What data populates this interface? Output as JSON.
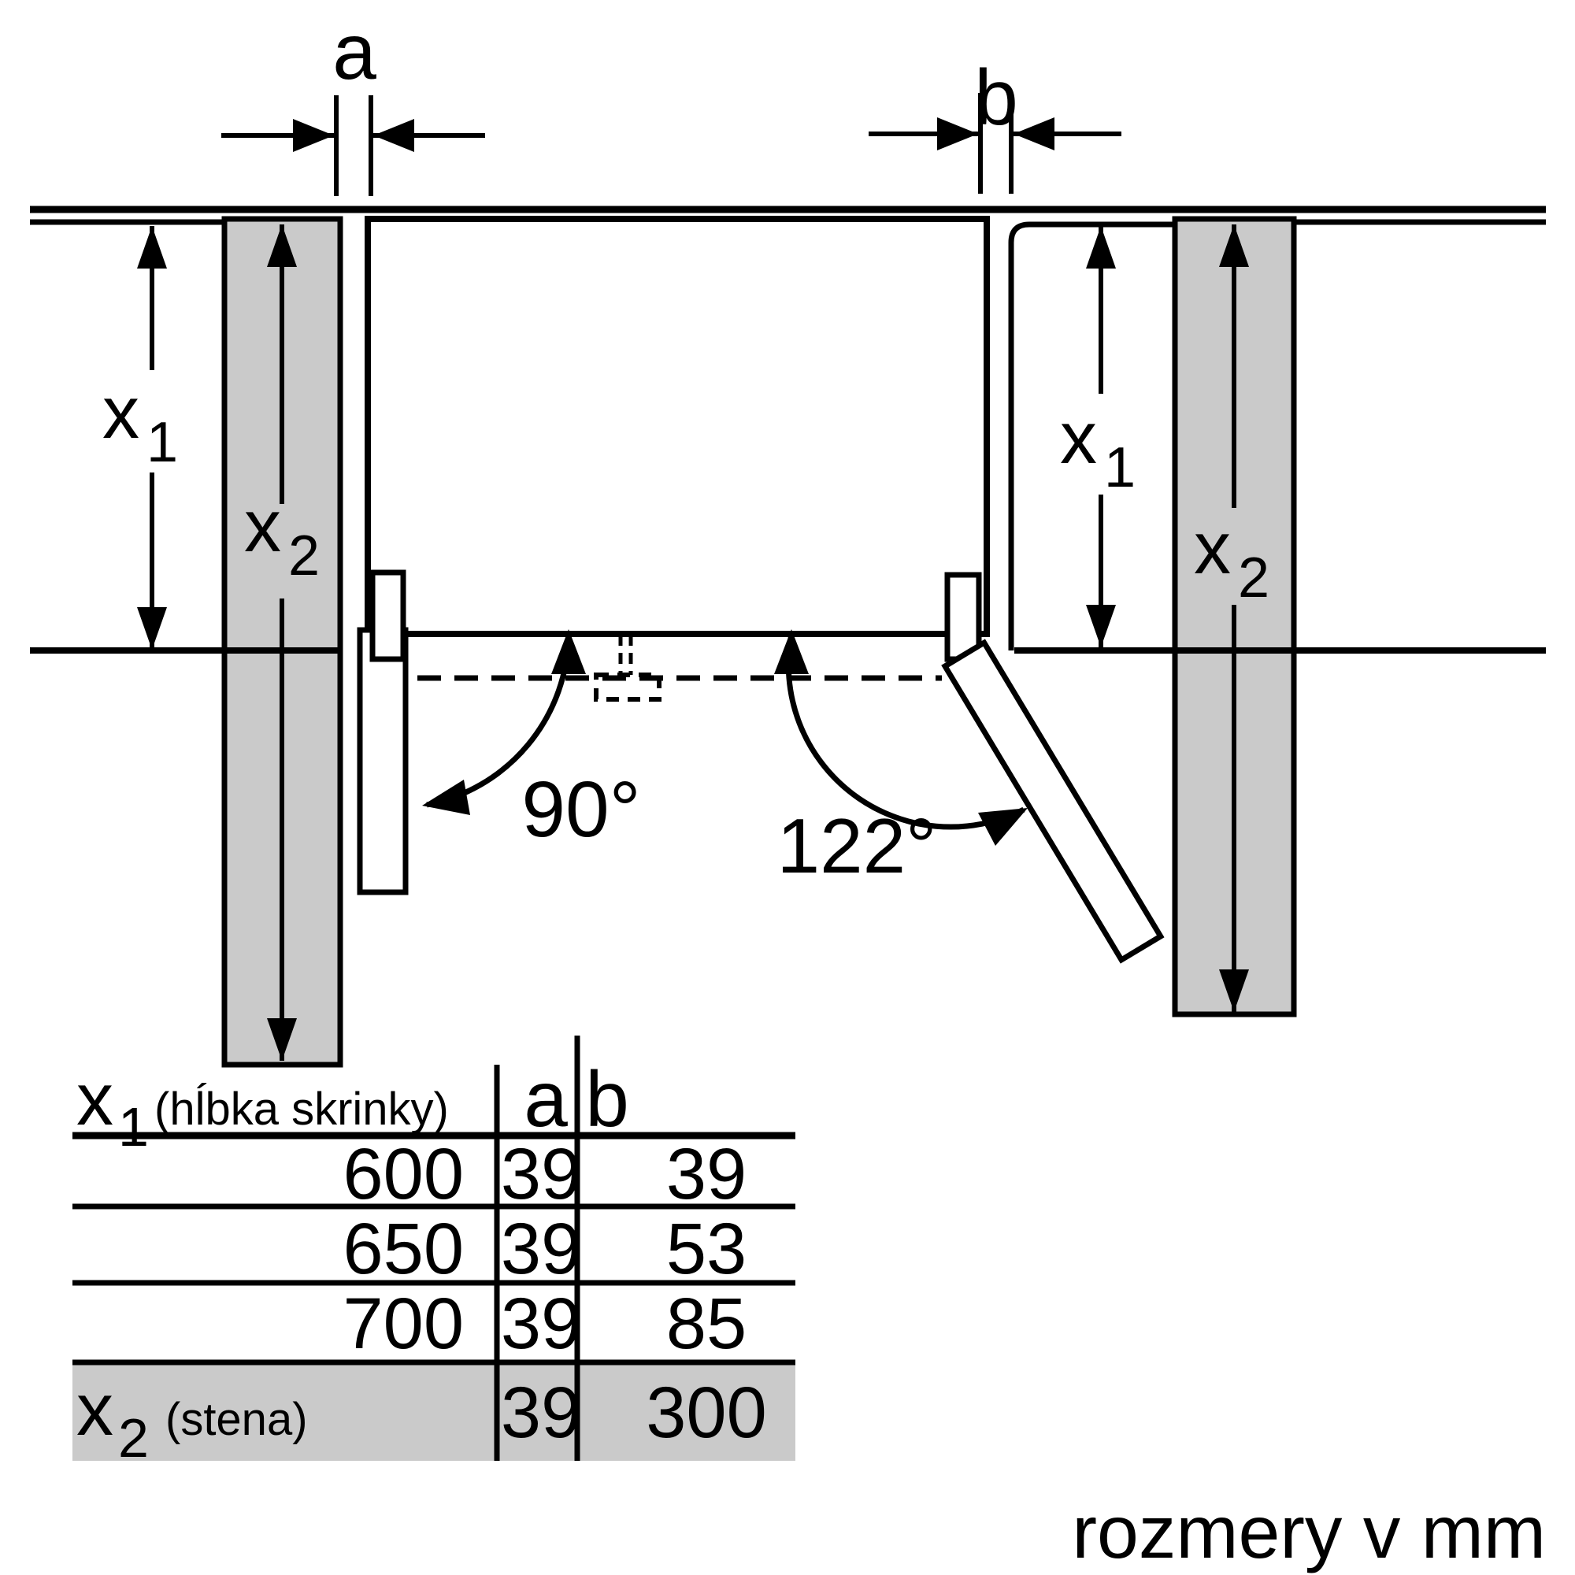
{
  "diagram": {
    "dim_a_label": "a",
    "dim_b_label": "b",
    "angle_left_label": "90°",
    "angle_right_label": "122°",
    "x1_symbol": "x",
    "x1_subscript": "1",
    "x2_symbol": "x",
    "x2_subscript": "2",
    "footer_note": "rozmery v mm",
    "colors": {
      "wall_fill": "#cacaca",
      "line": "#000000",
      "background": "#ffffff"
    }
  },
  "table": {
    "header": {
      "x1_symbol": "x",
      "x1_subscript": "1",
      "x1_caption": "(hĺbka skrinky)",
      "col_a": "a",
      "col_b": "b"
    },
    "rows": [
      {
        "x1": "600",
        "a": "39",
        "b": "39"
      },
      {
        "x1": "650",
        "a": "39",
        "b": "53"
      },
      {
        "x1": "700",
        "a": "39",
        "b": "85"
      }
    ],
    "wall_row": {
      "symbol": "x",
      "subscript": "2",
      "caption": "(stena)",
      "a": "39",
      "b": "300"
    }
  }
}
